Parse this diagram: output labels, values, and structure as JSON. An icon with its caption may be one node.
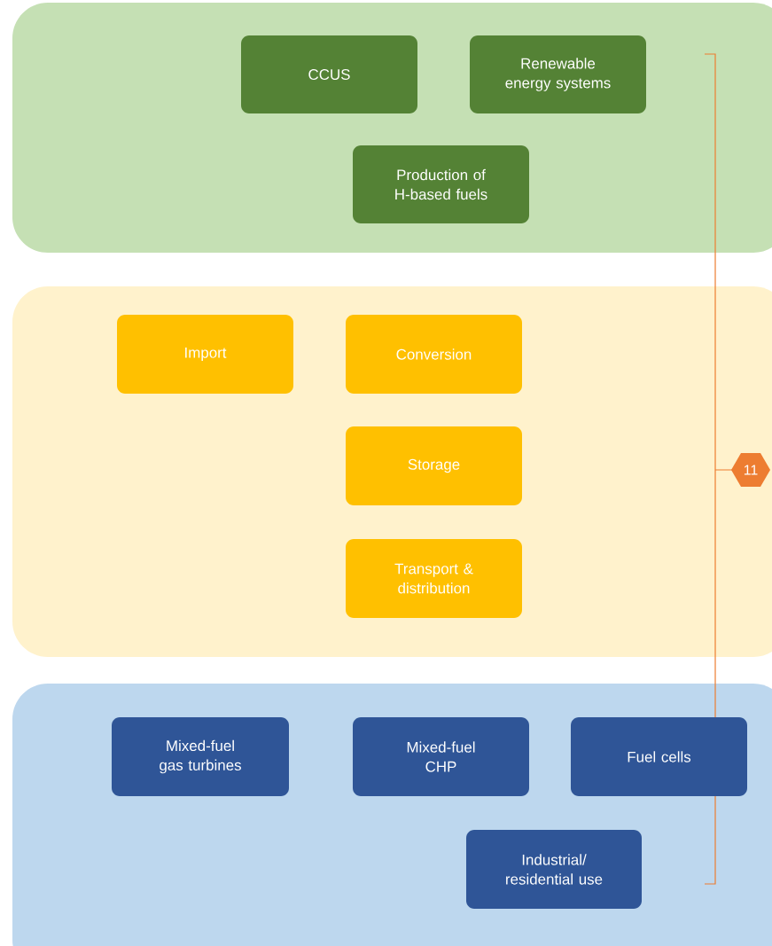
{
  "diagram": {
    "nodes": [
      {
        "text": [],
        "shape": "band"
      },
      {
        "text": [
          "CCUS"
        ],
        "in": 0
      },
      {
        "text": [
          "Renewable energy systems"
        ],
        "in": 0
      },
      {
        "text": [
          "Production of H-based fuels"
        ],
        "in": 0
      },
      {
        "text": [],
        "shape": "band"
      },
      {
        "text": [
          "Import"
        ],
        "in": 4
      },
      {
        "text": [
          "Conversion"
        ],
        "in": 4
      },
      {
        "text": [
          "Storage"
        ],
        "in": 4
      },
      {
        "text": [
          "Transport & distribution"
        ],
        "in": 4
      },
      {
        "text": [],
        "shape": "band"
      },
      {
        "text": [
          "Mixed-fuel gas turbines"
        ],
        "in": 9
      },
      {
        "text": [
          "Mixed-fuel CHP"
        ],
        "in": 9
      },
      {
        "text": [
          "Fuel cells"
        ],
        "in": 9
      },
      {
        "text": [
          "Industrial/ residential use"
        ],
        "in": 9
      },
      {
        "text": [
          "11"
        ],
        "in": 4
      }
    ]
  }
}
